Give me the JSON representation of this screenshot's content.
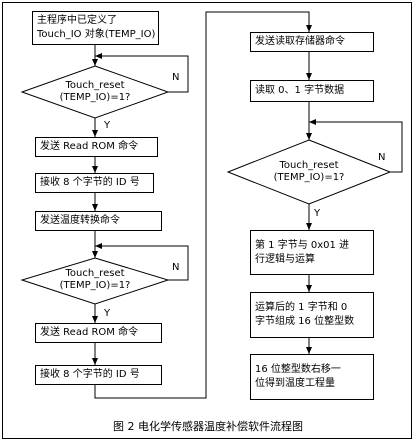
{
  "nodes": {
    "start": "主程序中已定义了\nTouch_IO 对象(TEMP_IO)",
    "check1": "Touch_reset\n(TEMP_IO)=1?",
    "read_rom1": "发送 Read ROM 命令",
    "recv_id1": "接收 8 个字节的 ID 号",
    "convert": "发送温度转换命令",
    "check2": "Touch_reset\n(TEMP_IO)=1?",
    "read_rom2": "发送 Read ROM  命令",
    "recv_id2": "接收 8 个字节的 ID 号",
    "read_scratch": "发送读取存储器命令",
    "read_bytes": "读取 0、1 字节数据",
    "check3": "Touch_reset\n(TEMP_IO)=1?",
    "logic_op": "第 1 字节与 0x01 进\n行逻辑与运算",
    "combine": "运算后的 1 字节和 0\n字节组成 16 位整型数",
    "shift": "16 位整型数右移一\n位得到温度工程量"
  },
  "labels": {
    "n": "N",
    "y": "Y"
  },
  "caption": "图 2  电化学传感器温度补偿软件流程图"
}
